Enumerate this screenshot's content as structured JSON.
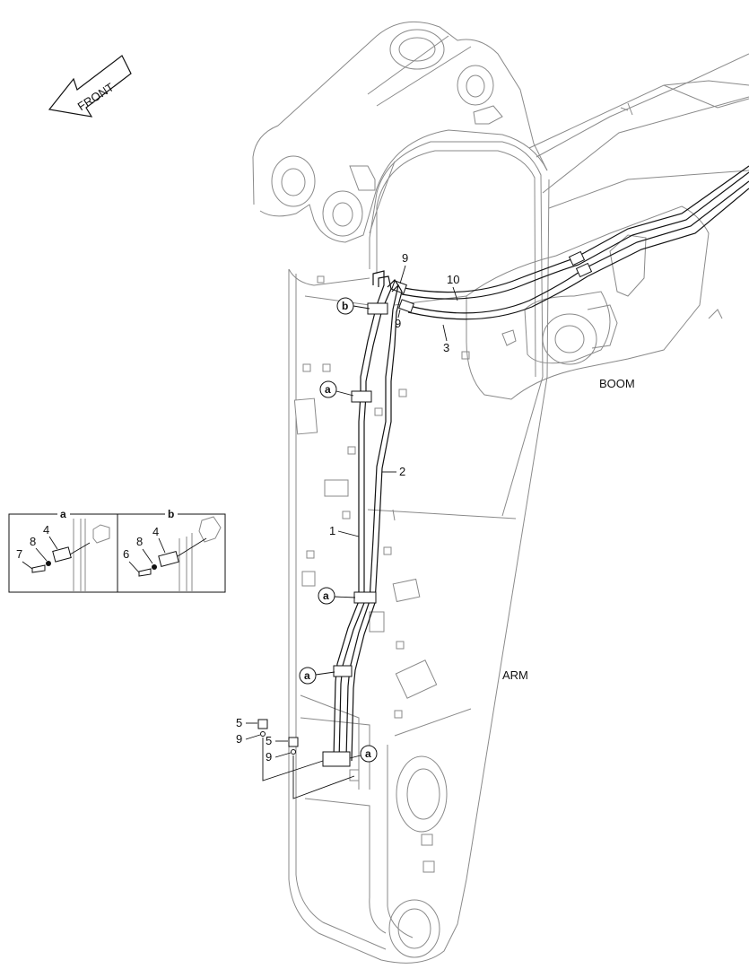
{
  "direction": {
    "front_label": "FRONT"
  },
  "labels": {
    "boom": "BOOM",
    "arm": "ARM"
  },
  "detail_views": {
    "a_title": "a",
    "b_title": "b"
  },
  "callouts": {
    "c1": "1",
    "c2": "2",
    "c3": "3",
    "c10": "10",
    "c9_top": "9",
    "c9_mid": "9",
    "c5_a": "5",
    "c9_a": "9",
    "c5_b": "5",
    "c9_b": "9",
    "a_4": "4",
    "a_8": "8",
    "a_7": "7",
    "b_4": "4",
    "b_8": "8",
    "b_6": "6"
  },
  "clamp_markers": {
    "b_top": "b",
    "a_1": "a",
    "a_2": "a",
    "a_3": "a",
    "a_4": "a"
  },
  "colors": {
    "line": "#111111",
    "ghost": "#8a8a8a"
  }
}
